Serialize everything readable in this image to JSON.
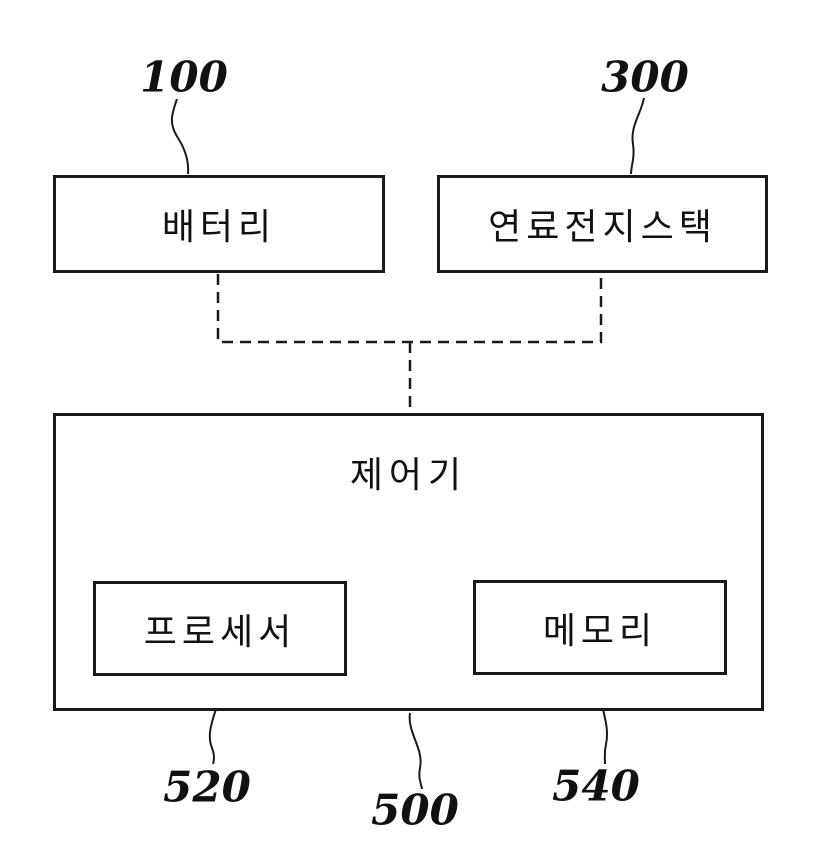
{
  "diagram": {
    "type": "block-diagram",
    "colors": {
      "background": "#ffffff",
      "line": "#1a1a1a"
    },
    "blocks": {
      "battery": {
        "label": "배터리",
        "ref": "100"
      },
      "fuel_cell_stack": {
        "label": "연료전지스택",
        "ref": "300"
      },
      "controller": {
        "label": "제어기",
        "ref": "500"
      },
      "processor": {
        "label": "프로세서",
        "ref": "520"
      },
      "memory": {
        "label": "메모리",
        "ref": "540"
      }
    },
    "connections": [
      {
        "from": "battery",
        "to": "controller",
        "style": "dashed"
      },
      {
        "from": "fuel_cell_stack",
        "to": "controller",
        "style": "dashed"
      }
    ],
    "containment": [
      {
        "parent": "controller",
        "children": [
          "processor",
          "memory"
        ]
      }
    ]
  }
}
